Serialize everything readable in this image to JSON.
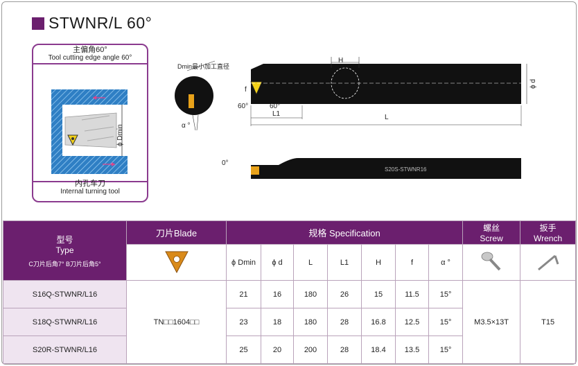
{
  "title": "STWNR/L 60°",
  "card": {
    "top_cn": "主偏角60°",
    "top_en": "Tool cutting edge angle 60°",
    "bottom_cn": "内孔车刀",
    "bottom_en": "Internal turning tool",
    "dmin_label": "ϕ Dmin"
  },
  "drawing": {
    "dmin_note": "Dmin最小加工直径",
    "h": "H",
    "f": "f",
    "phi_d": "ϕ d",
    "angle1": "60°",
    "angle2": "60°",
    "l1": "L1",
    "l": "L",
    "alpha": "α °",
    "zero": "0°",
    "bar_marking": "S20S-STWNR16"
  },
  "table": {
    "type_cn": "型号",
    "type_en": "Type",
    "type_note": "C刀片后角7°  B刀片后角5°",
    "blade": "刀片Blade",
    "spec": "规格 Specification",
    "screw_cn": "螺丝",
    "screw_en": "Screw",
    "wrench_cn": "扳手",
    "wrench_en": "Wrench",
    "cols": [
      "ϕ Dmin",
      "ϕ d",
      "L",
      "L1",
      "H",
      "f",
      "α °"
    ],
    "insert": "TN□□1604□□",
    "screw": "M3.5×13T",
    "wrench": "T15",
    "rows": [
      {
        "type": "S16Q-STWNR/L16",
        "vals": [
          "21",
          "16",
          "180",
          "26",
          "15",
          "11.5",
          "15°"
        ]
      },
      {
        "type": "S18Q-STWNR/L16",
        "vals": [
          "23",
          "18",
          "180",
          "28",
          "16.8",
          "12.5",
          "15°"
        ]
      },
      {
        "type": "S20R-STWNR/L16",
        "vals": [
          "25",
          "20",
          "200",
          "28",
          "18.4",
          "13.5",
          "15°"
        ]
      }
    ]
  },
  "colors": {
    "accent": "#6b1f6e",
    "row_bg": "#efe4f0",
    "insert": "#d98a1a"
  }
}
